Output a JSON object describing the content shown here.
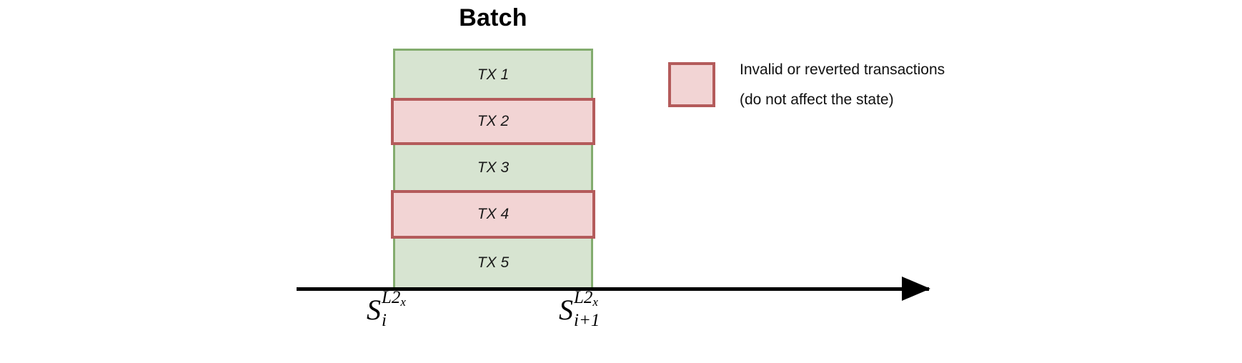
{
  "diagram": {
    "title": "Batch",
    "stack": {
      "transactions": [
        {
          "label": "TX 1",
          "status": "valid"
        },
        {
          "label": "TX 2",
          "status": "invalid"
        },
        {
          "label": "TX 3",
          "status": "valid"
        },
        {
          "label": "TX 4",
          "status": "invalid"
        },
        {
          "label": "TX 5",
          "status": "valid"
        }
      ]
    },
    "axis": {
      "start_state": {
        "base": "S",
        "superscript": "L2",
        "superscript_subscript": "x",
        "subscript": "i"
      },
      "end_state": {
        "base": "S",
        "superscript": "L2",
        "superscript_subscript": "x",
        "subscript": "i+1"
      }
    },
    "legend": {
      "swatch_status": "invalid",
      "line1": "Invalid or reverted transactions",
      "line2": "(do not affect the state)"
    },
    "colors": {
      "valid_fill": "#d7e4d1",
      "valid_border": "#83ac6e",
      "invalid_fill": "#f2d4d4",
      "invalid_border": "#b45b5b",
      "axis": "#000000",
      "text": "#000000"
    }
  }
}
